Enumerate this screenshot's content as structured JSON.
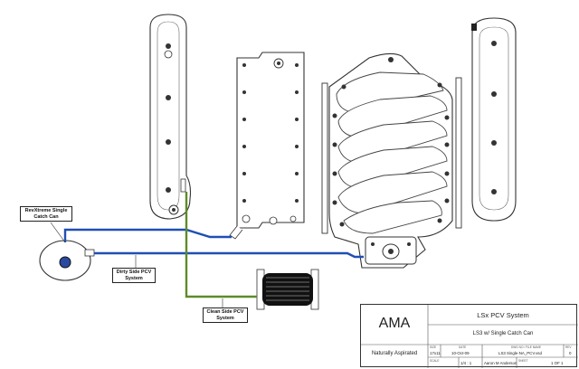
{
  "callouts": {
    "catch_can": [
      "RevXtreme Single",
      "Catch Can"
    ],
    "dirty_side": [
      "Dirty Side PCV",
      "System"
    ],
    "clean_side": [
      "Clean Side PCV",
      "System"
    ]
  },
  "title_block": {
    "company": "AMA",
    "subtitle": "Naturally Aspirated",
    "title": "LSx PCV System",
    "drawing_name": "LS3 w/ Single Catch Can",
    "labels": {
      "size": "SIZE",
      "date": "DATE",
      "file": "DWG NO / FILE NAME",
      "rev": "REV",
      "scale": "SCALE",
      "sheet": "SHEET"
    },
    "size": "17x11",
    "date": "10-Oct-09",
    "file": "LS3 Single-NA_PCV.vsd",
    "rev": "0",
    "scale": "1/4 : 1",
    "author": "Aaron M Anderson",
    "sheet": "1 OF 1"
  },
  "colors": {
    "dirty_line": "#1f4fb4",
    "clean_line": "#5e8a2a",
    "outline": "#333333"
  }
}
